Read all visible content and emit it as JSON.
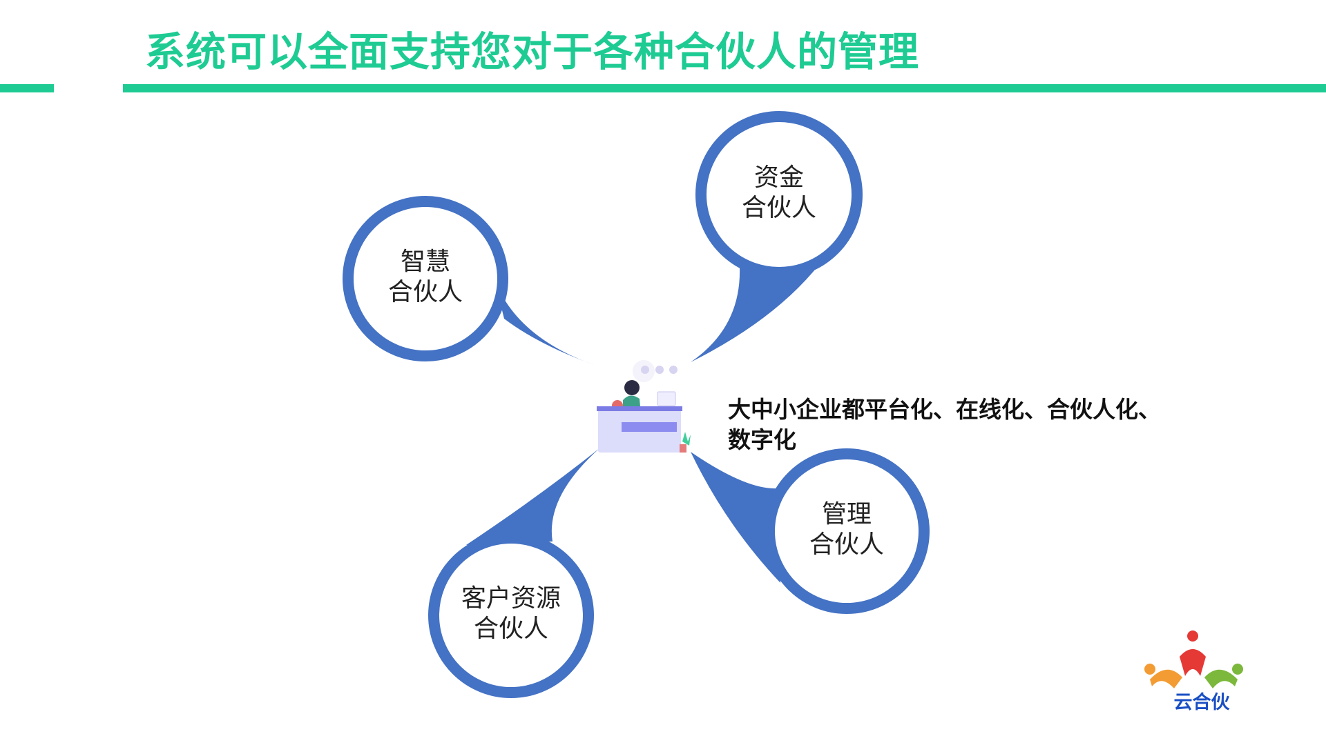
{
  "title": "系统可以全面支持您对于各种合伙人的管理",
  "colors": {
    "accent": "#1ecb93",
    "bubble": "#4472c4",
    "text": "#222222"
  },
  "bubbles": [
    {
      "line1": "智慧",
      "line2": "合伙人"
    },
    {
      "line1": "资金",
      "line2": "合伙人"
    },
    {
      "line1": "管理",
      "line2": "合伙人"
    },
    {
      "line1": "客户资源",
      "line2": "合伙人"
    }
  ],
  "caption": {
    "line1": "大中小企业都平台化、在线化、合伙人化、",
    "line2": "数字化"
  },
  "center_icon": "person-at-desk-illustration",
  "logo": {
    "text": "云合伙",
    "icon": "people-logo-icon"
  }
}
